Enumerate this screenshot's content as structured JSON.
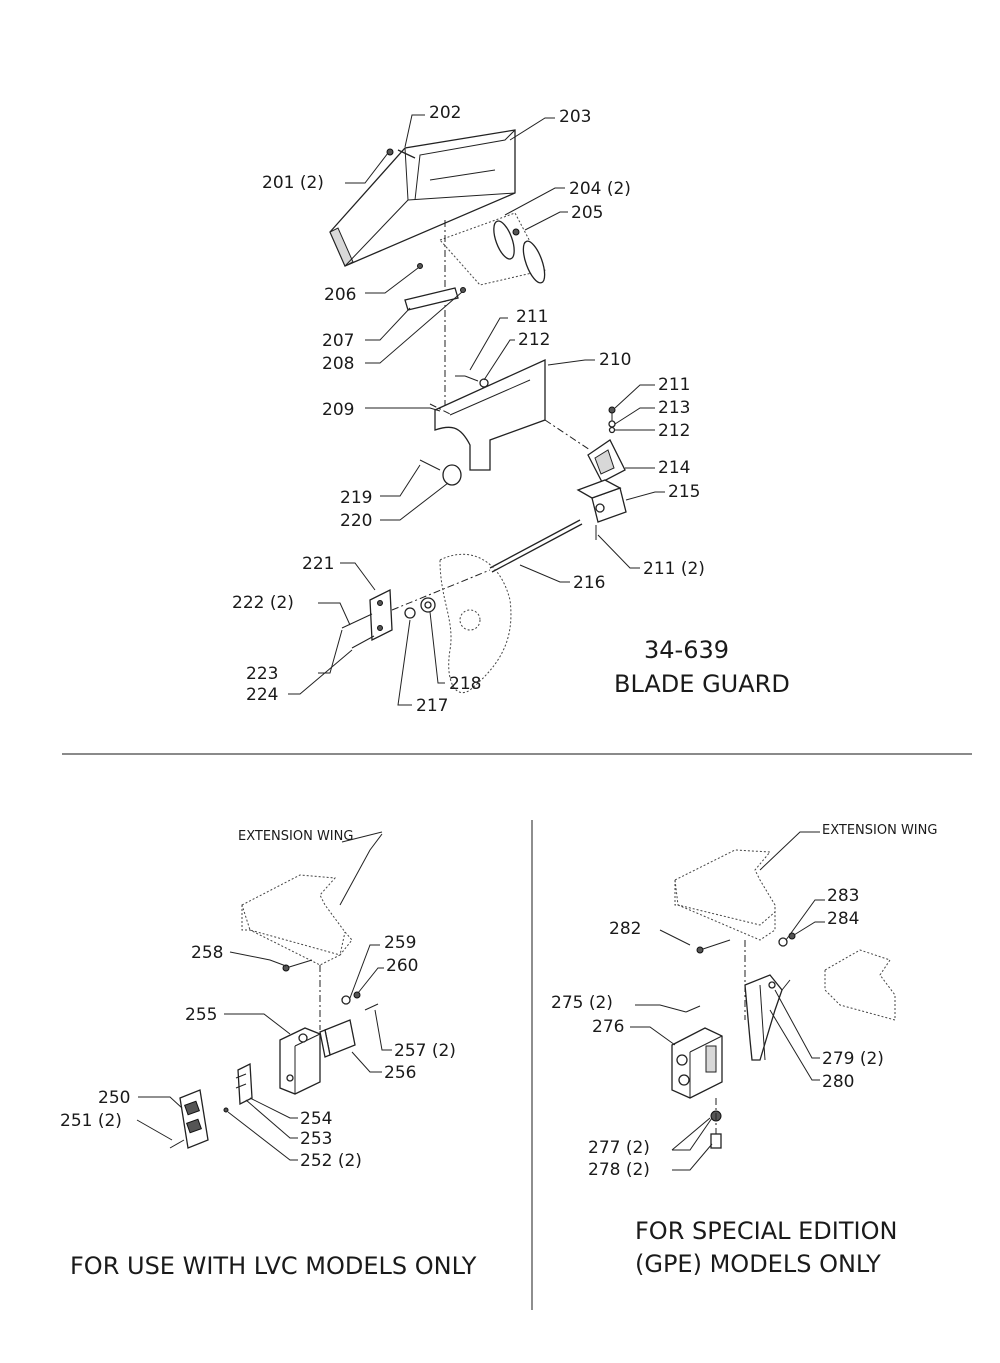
{
  "blade_guard": {
    "model": "34-639",
    "name": "BLADE GUARD",
    "callouts": {
      "p201": "201 (2)",
      "p202": "202",
      "p203": "203",
      "p204": "204 (2)",
      "p205": "205",
      "p206": "206",
      "p207": "207",
      "p208": "208",
      "p209": "209",
      "p210": "210",
      "p211a": "211",
      "p212a": "212",
      "p211b": "211",
      "p213": "213",
      "p212b": "212",
      "p214": "214",
      "p215": "215",
      "p216": "216",
      "p211c": "211 (2)",
      "p217": "217",
      "p218": "218",
      "p219": "219",
      "p220": "220",
      "p221": "221",
      "p222": "222 (2)",
      "p223": "223",
      "p224": "224"
    }
  },
  "lvc_switch": {
    "wing_label": "EXTENSION WING",
    "caption": "FOR USE WITH LVC MODELS ONLY",
    "callouts": {
      "p250": "250",
      "p251": "251 (2)",
      "p252": "252 (2)",
      "p253": "253",
      "p254": "254",
      "p255": "255",
      "p256": "256",
      "p257": "257 (2)",
      "p258": "258",
      "p259": "259",
      "p260": "260"
    }
  },
  "gpe_switch": {
    "wing_label": "EXTENSION WING",
    "caption_line1": "FOR SPECIAL EDITION",
    "caption_line2": "(GPE) MODELS ONLY",
    "callouts": {
      "p275": "275 (2)",
      "p276": "276",
      "p277": "277 (2)",
      "p278": "278 (2)",
      "p279": "279 (2)",
      "p280": "280",
      "p282": "282",
      "p283": "283",
      "p284": "284"
    }
  }
}
